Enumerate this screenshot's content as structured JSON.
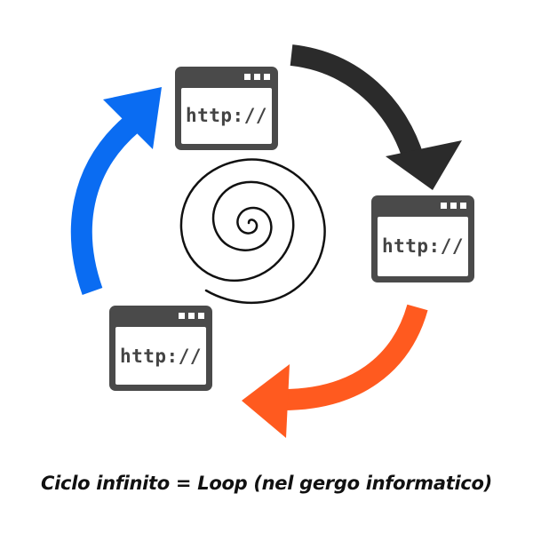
{
  "windows": [
    {
      "label": "http://"
    },
    {
      "label": "http://"
    },
    {
      "label": "http://"
    }
  ],
  "caption": "Ciclo infinito = Loop (nel gergo informatico)",
  "colors": {
    "window": "#4a4a4a",
    "arrow_dark": "#2b2b2b",
    "arrow_orange": "#ff5a1f",
    "arrow_blue": "#0a6cf2",
    "spiral": "#111111"
  },
  "icons": {
    "window": "browser-window-icon",
    "spiral": "spiral-icon",
    "arrows": [
      "arrow-dark-icon",
      "arrow-orange-icon",
      "arrow-blue-icon"
    ]
  }
}
